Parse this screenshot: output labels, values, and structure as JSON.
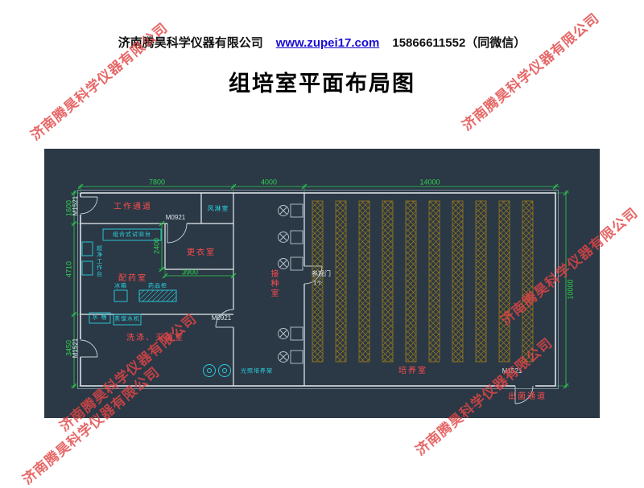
{
  "header": {
    "company": "济南腾昊科学仪器有限公司",
    "website": "www.zupei17.com",
    "phone": "15866611552（同微信）"
  },
  "title": "组培室平面布局图",
  "watermark": {
    "text": "济南腾昊科学仪器有限公司",
    "color": "#e24646"
  },
  "plan": {
    "colors": {
      "background": "#2b3845",
      "walls": "#e8eef2",
      "dimensions": "#2fd24f",
      "room_labels": "#ff4d4d",
      "fixture_labels": "#2bd4e2",
      "racks": "#9a7a1a"
    },
    "dimensions": {
      "top_1": "7800",
      "top_2": "4000",
      "top_3": "14000",
      "left_1": "1600",
      "left_2": "4710",
      "left_3": "3450",
      "right_1": "10000",
      "inner_height": "2400",
      "inner_width": "3900"
    },
    "doors": {
      "tag_m1521": "M1521",
      "tag_m0921": "M0921",
      "visit_door": "参观门",
      "visit_door_count": "1个"
    },
    "rooms": {
      "work_corridor": "工作通道",
      "air_shower": "风淋室",
      "changing_room": "更衣室",
      "prep_room": "配药室",
      "inoculation_room": "接种室",
      "washing_sterilization_room": "洗涤、灭菌室",
      "culture_room": "培养室",
      "exit_corridor": "出菌通道"
    },
    "fixtures": {
      "combined_bench": "组合式试验台",
      "clean_bench": "超净工作台",
      "fridge": "冰箱",
      "medicine_cabinet": "药品柜",
      "sink": "水 槽",
      "distilled_water_machine": "蒸馏水机",
      "light_culture_rack": "光照培养架"
    }
  }
}
